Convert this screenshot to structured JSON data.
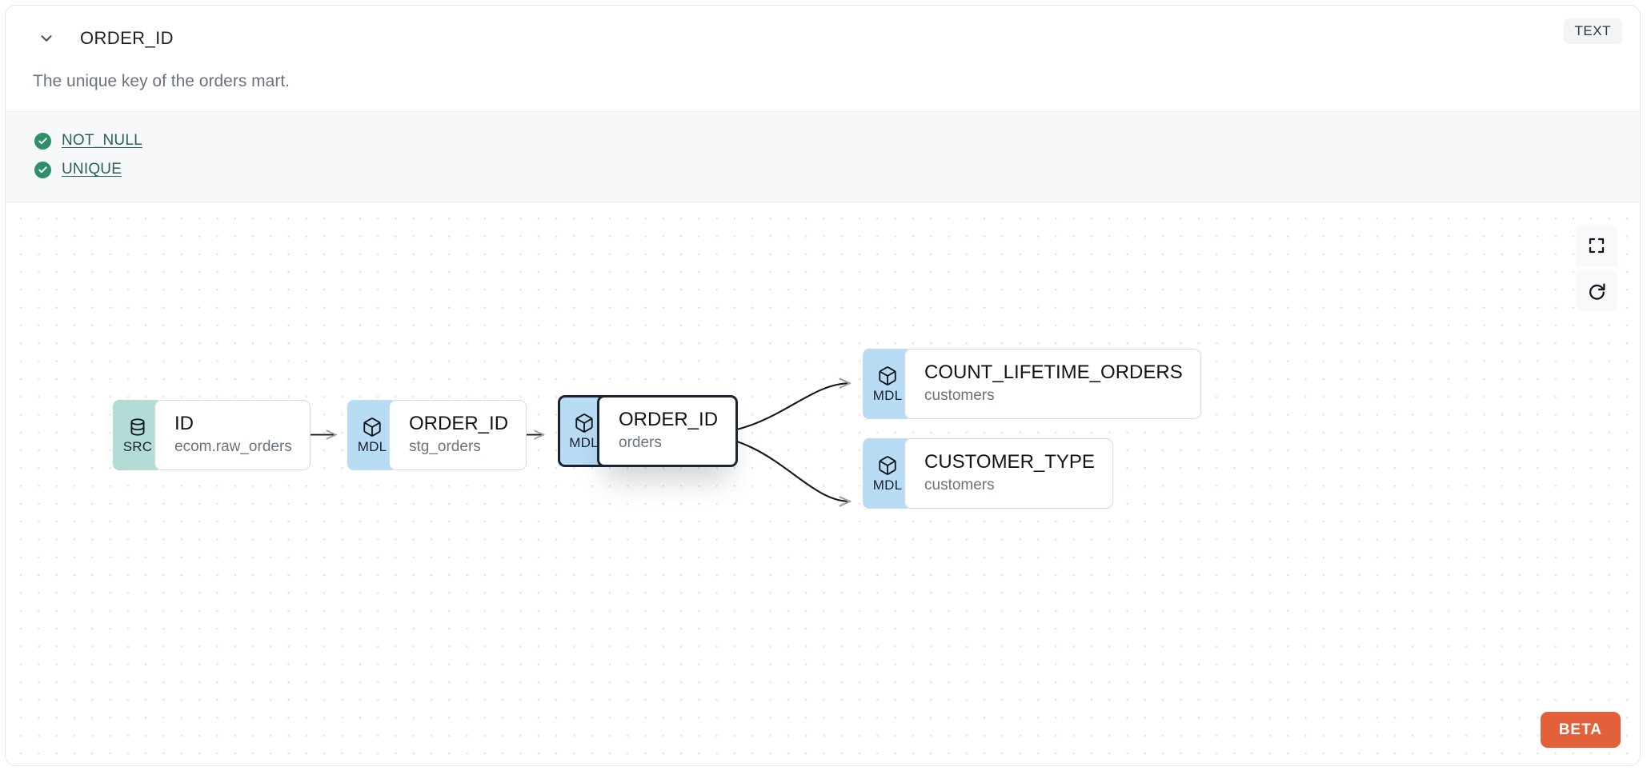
{
  "header": {
    "collapse_icon": "chevron-down-icon",
    "column_name": "ORDER_ID",
    "data_type": "TEXT"
  },
  "description": "The unique key of the orders mart.",
  "tests": {
    "status_icon": "check-circle-icon",
    "items": [
      {
        "label": "NOT_NULL",
        "status": "passed"
      },
      {
        "label": "UNIQUE",
        "status": "passed"
      }
    ]
  },
  "lineage": {
    "controls": [
      {
        "name": "fit-view-button",
        "icon": "fit-screen-icon"
      },
      {
        "name": "refresh-button",
        "icon": "refresh-icon"
      }
    ],
    "beta_label": "BETA",
    "nodes": [
      {
        "kind": "SRC",
        "name": "ID",
        "source": "ecom.raw_orders",
        "selected": false,
        "icon": "database-icon"
      },
      {
        "kind": "MDL",
        "name": "ORDER_ID",
        "source": "stg_orders",
        "selected": false,
        "icon": "cube-icon"
      },
      {
        "kind": "MDL",
        "name": "ORDER_ID",
        "source": "orders",
        "selected": true,
        "icon": "cube-icon"
      },
      {
        "kind": "MDL",
        "name": "COUNT_LIFETIME_ORDERS",
        "source": "customers",
        "selected": false,
        "icon": "cube-icon"
      },
      {
        "kind": "MDL",
        "name": "CUSTOMER_TYPE",
        "source": "customers",
        "selected": false,
        "icon": "cube-icon"
      }
    ]
  },
  "colors": {
    "src_badge": "#b4dcd7",
    "mdl_badge": "#b9dcf5",
    "test_pass": "#2f8f6b",
    "test_link": "#26635c",
    "beta": "#e2613b",
    "selected_border": "#1c2433"
  }
}
